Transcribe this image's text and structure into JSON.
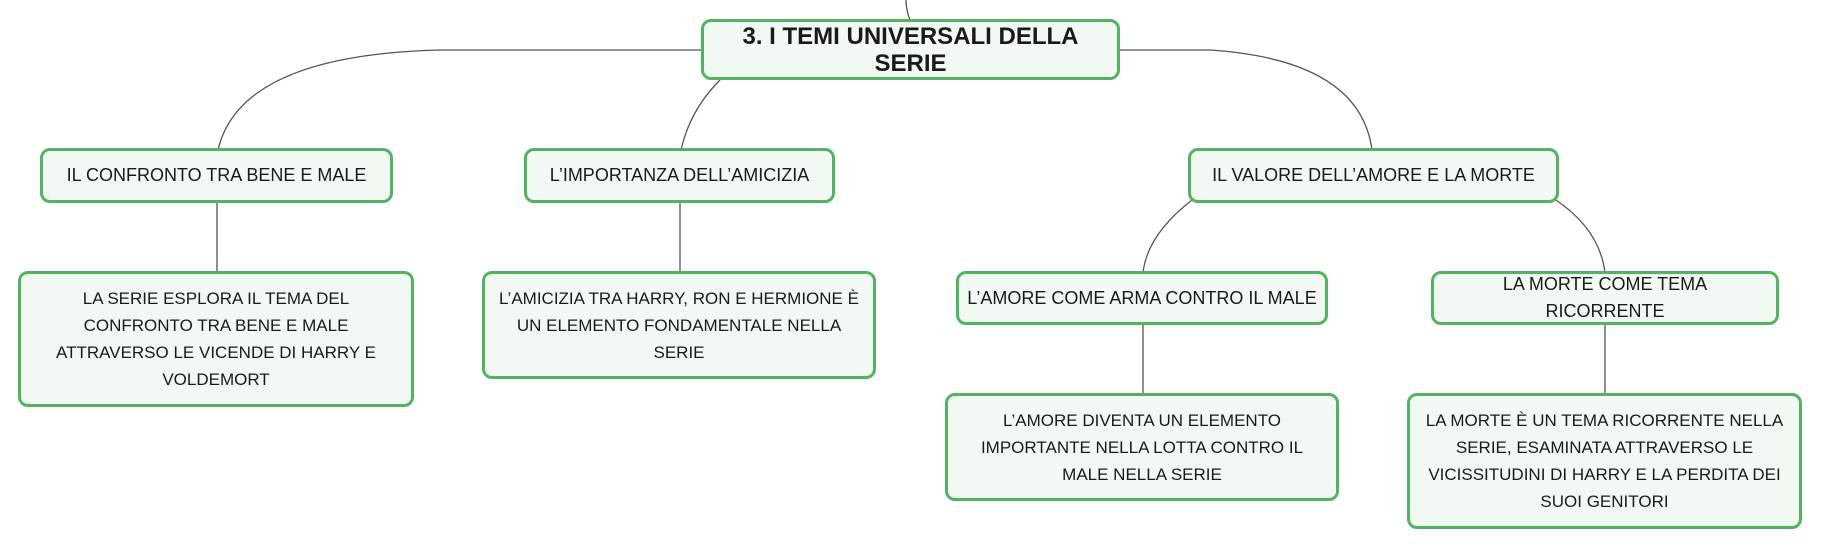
{
  "map": {
    "root": "3. I TEMI UNIVERSALI DELLA SERIE",
    "branches": [
      {
        "title": "IL CONFRONTO TRA BENE E MALE",
        "detail": "LA SERIE ESPLORA IL TEMA DEL CONFRONTO TRA BENE E MALE ATTRAVERSO LE VICENDE DI HARRY E VOLDEMORT"
      },
      {
        "title": "L’IMPORTANZA DELL’AMICIZIA",
        "detail": "L’AMICIZIA TRA HARRY, RON E HERMIONE È UN ELEMENTO FONDAMENTALE NELLA SERIE"
      },
      {
        "title": "IL VALORE DELL’AMORE E LA MORTE",
        "children": [
          {
            "title": "L’AMORE COME ARMA CONTRO IL MALE",
            "detail": "L’AMORE DIVENTA UN ELEMENTO IMPORTANTE NELLA LOTTA CONTRO IL MALE NELLA SERIE"
          },
          {
            "title": "LA MORTE COME TEMA RICORRENTE",
            "detail": "LA MORTE È UN TEMA RICORRENTE NELLA SERIE, ESAMINATA ATTRAVERSO LE VICISSITUDINI DI HARRY E LA PERDITA DEI SUOI GENITORI"
          }
        ]
      }
    ]
  },
  "colors": {
    "node_border": "#52b360",
    "node_fill": "#f1f9f2",
    "connector": "#555555"
  }
}
